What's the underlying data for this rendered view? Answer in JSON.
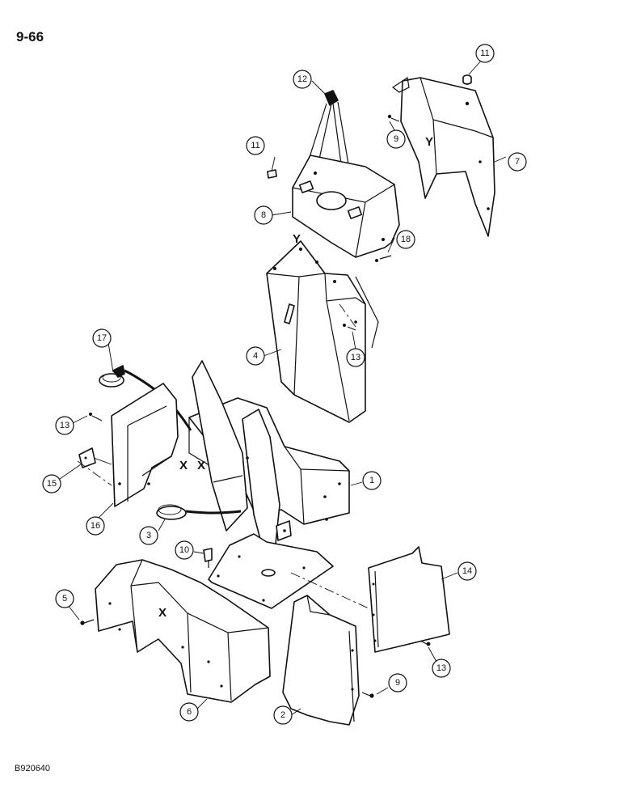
{
  "page_number": "9-66",
  "figure_code": "B920640",
  "callouts": {
    "c1": "1",
    "c2": "2",
    "c3": "3",
    "c4": "4",
    "c5": "5",
    "c6": "6",
    "c7": "7",
    "c8": "8",
    "c9a": "9",
    "c9b": "9",
    "c10": "10",
    "c11a": "11",
    "c11b": "11",
    "c12": "12",
    "c13a": "13",
    "c13b": "13",
    "c13c": "13",
    "c14": "14",
    "c15": "15",
    "c16": "16",
    "c17": "17",
    "c18": "18"
  },
  "marks": {
    "y1": "Y",
    "y2": "Y",
    "x1": "X",
    "x2": "X",
    "x3": "X"
  }
}
